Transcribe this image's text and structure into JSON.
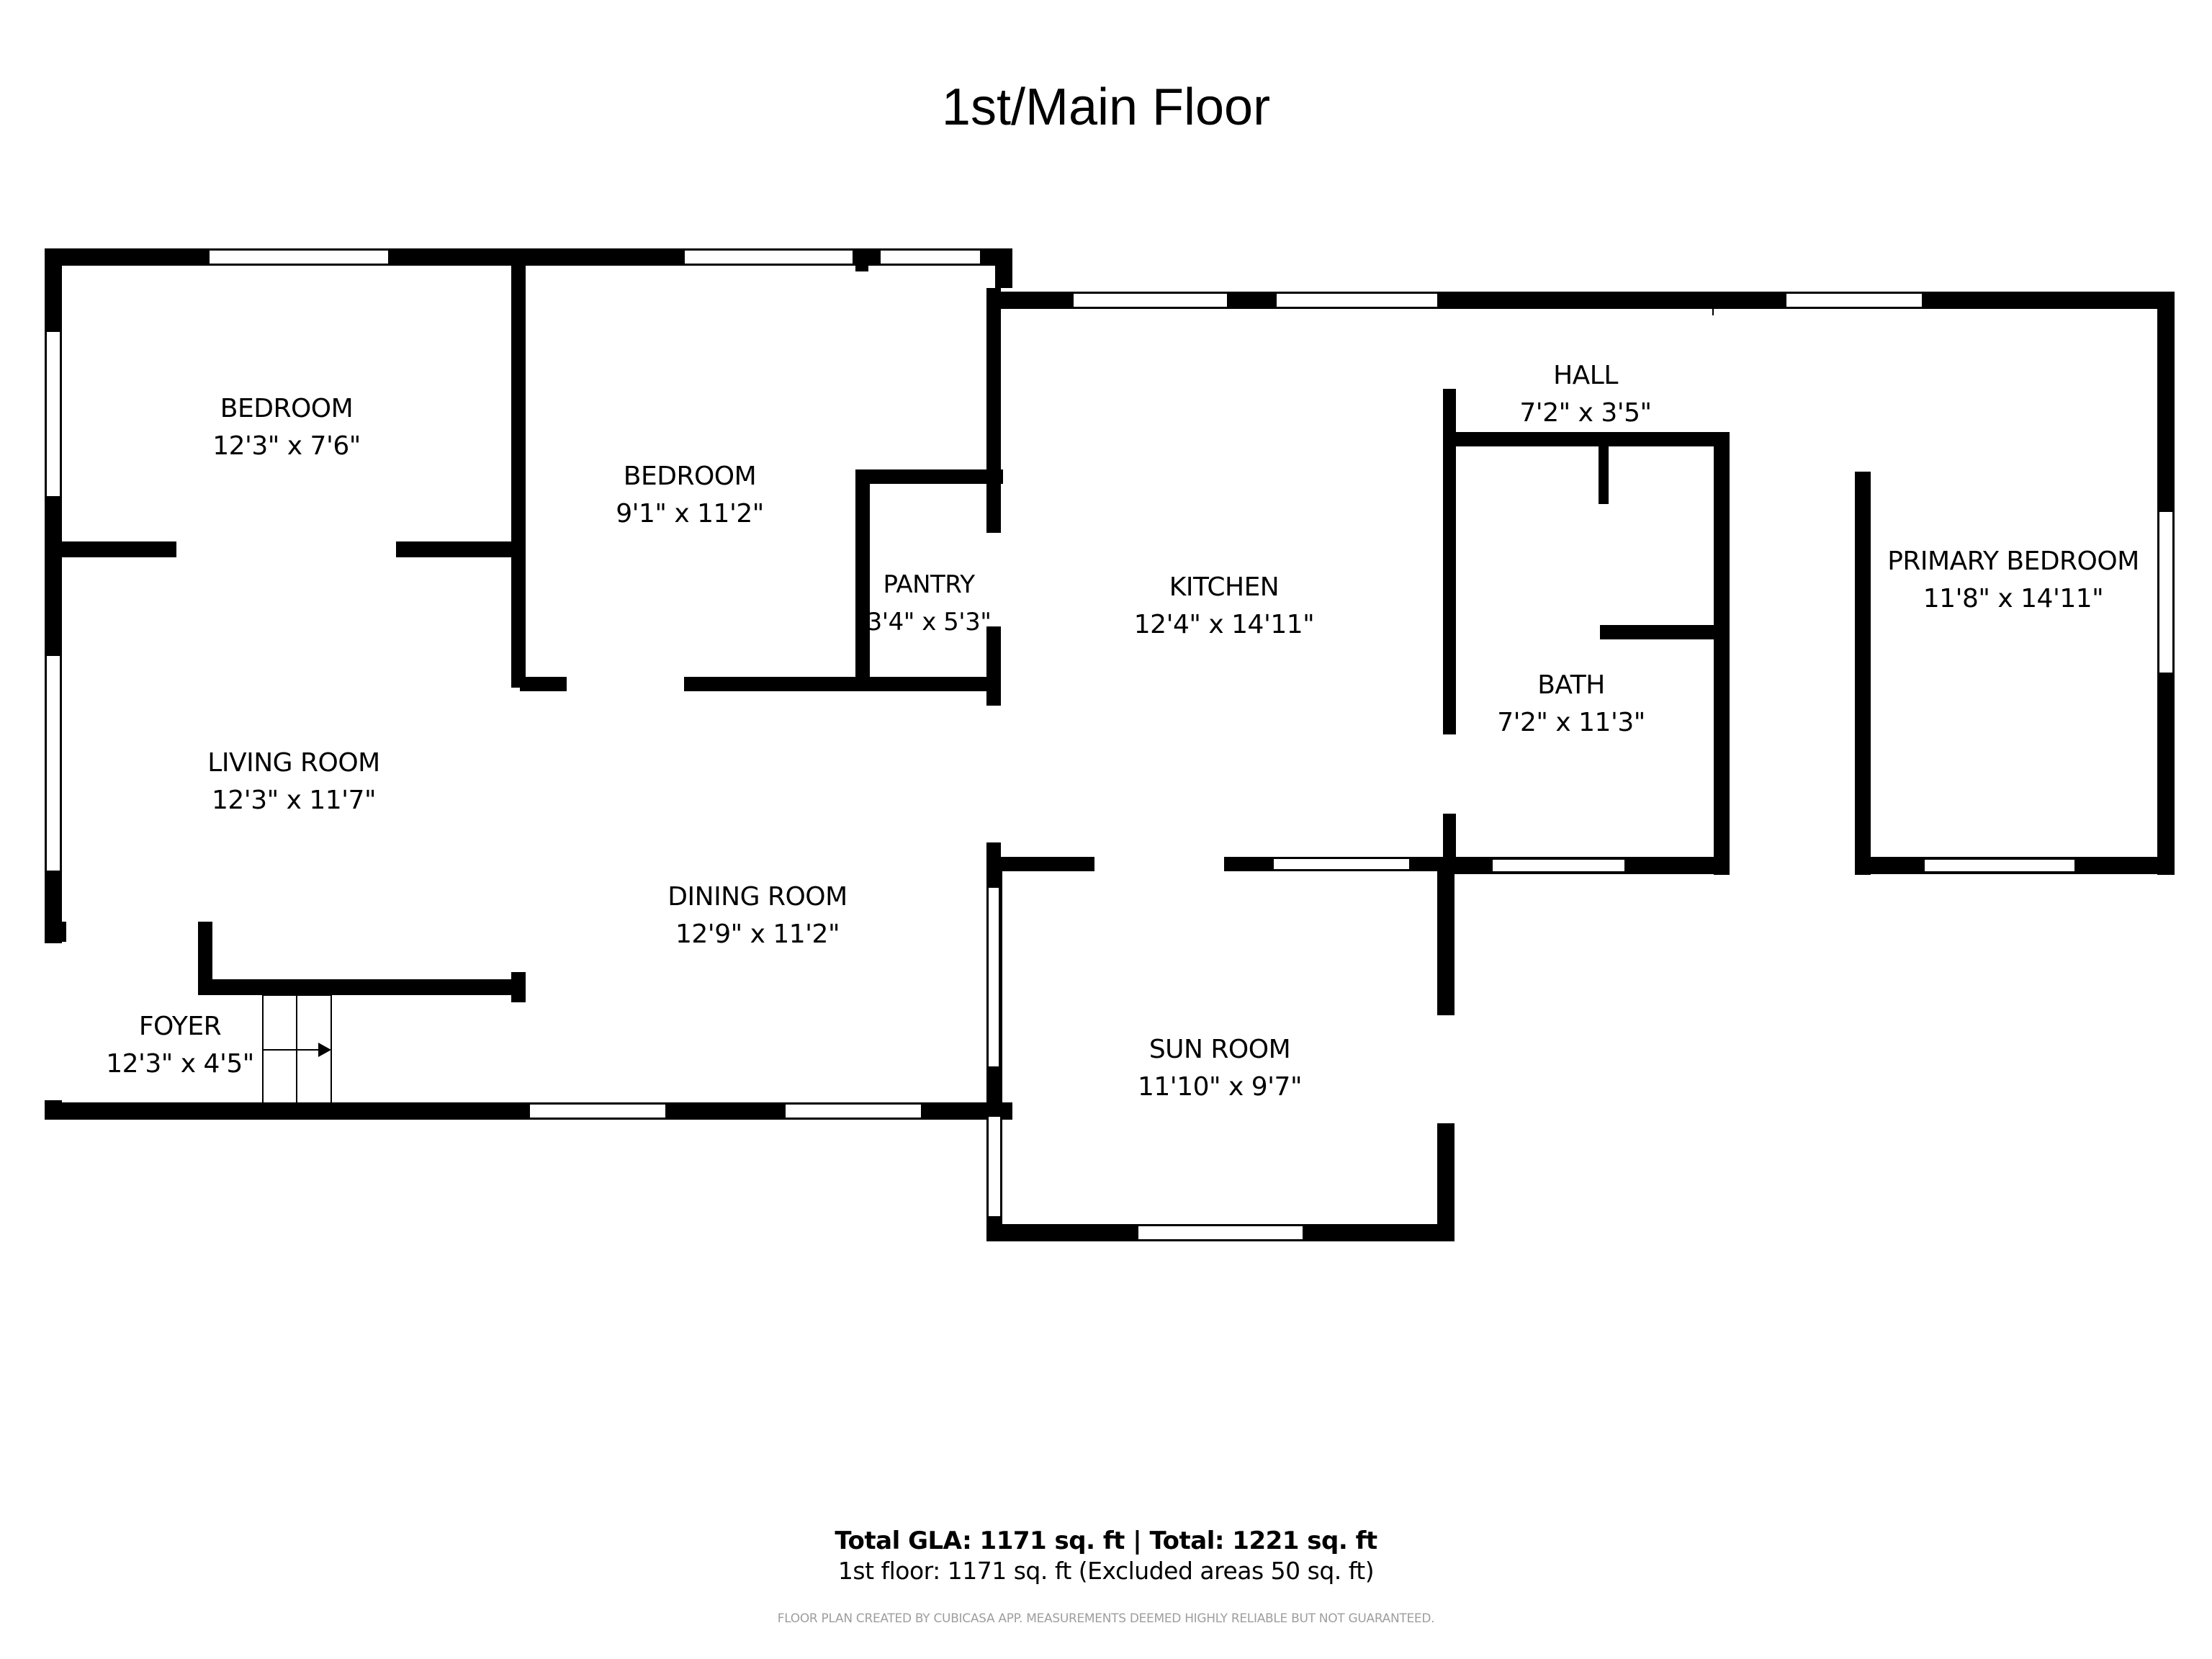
{
  "header": {
    "title": "1st/Main Floor"
  },
  "rooms": [
    {
      "id": "bedroom-1",
      "name": "BEDROOM",
      "dimensions": "12'3\" x 7'6\""
    },
    {
      "id": "bedroom-2",
      "name": "BEDROOM",
      "dimensions": "9'1\" x 11'2\""
    },
    {
      "id": "pantry",
      "name": "PANTRY",
      "dimensions": "3'4\" x 5'3\""
    },
    {
      "id": "kitchen",
      "name": "KITCHEN",
      "dimensions": "12'4\" x 14'11\""
    },
    {
      "id": "hall",
      "name": "HALL",
      "dimensions": "7'2\" x 3'5\""
    },
    {
      "id": "primary-bedroom",
      "name": "PRIMARY BEDROOM",
      "dimensions": "11'8\" x 14'11\""
    },
    {
      "id": "living-room",
      "name": "LIVING ROOM",
      "dimensions": "12'3\" x 11'7\""
    },
    {
      "id": "dining-room",
      "name": "DINING ROOM",
      "dimensions": "12'9\" x 11'2\""
    },
    {
      "id": "bath",
      "name": "BATH",
      "dimensions": "7'2\" x 11'3\""
    },
    {
      "id": "foyer",
      "name": "FOYER",
      "dimensions": "12'3\" x 4'5\""
    },
    {
      "id": "sun-room",
      "name": "SUN ROOM",
      "dimensions": "11'10\" x 9'7\""
    }
  ],
  "summary": {
    "totals": "Total GLA: 1171 sq. ft | Total: 1221 sq. ft",
    "floor_detail": "1st floor: 1171 sq. ft (Excluded areas 50 sq. ft)",
    "disclaimer": "FLOOR PLAN CREATED BY CUBICASA APP. MEASUREMENTS DEEMED HIGHLY RELIABLE BUT NOT GUARANTEED."
  },
  "colors": {
    "wall": "#000000",
    "background": "#ffffff",
    "disclaimer": "#9e9e9e"
  }
}
